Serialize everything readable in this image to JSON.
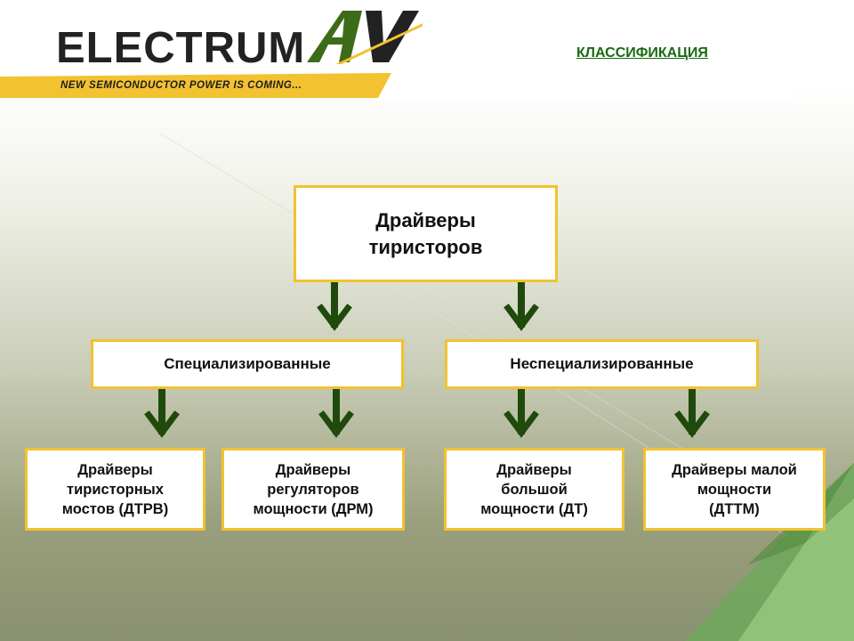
{
  "logo": {
    "word": "ELECTRUM",
    "mark": "AV",
    "tagline": "NEW SEMICONDUCTOR POWER IS COMING..."
  },
  "heading": "КЛАССИФИКАЦИЯ",
  "diagram": {
    "root": "Драйверы\nтиристоров",
    "groups": [
      {
        "label": "Специализированные",
        "children": [
          "Драйверы\nтиристорных\nмостов (ДТРВ)",
          "Драйверы\nрегуляторов\nмощности (ДРМ)"
        ]
      },
      {
        "label": "Неспециализированные",
        "children": [
          "Драйверы\nбольшой\nмощности (ДТ)",
          "Драйверы малой\nмощности\n(ДТТМ)"
        ]
      }
    ]
  },
  "colors": {
    "accent": "#f2c230",
    "arrow": "#1f4a0c",
    "heading": "#1a6a12",
    "logo_green": "#3e6b1a"
  },
  "icons": {
    "arrow": "arrow-down-icon"
  }
}
